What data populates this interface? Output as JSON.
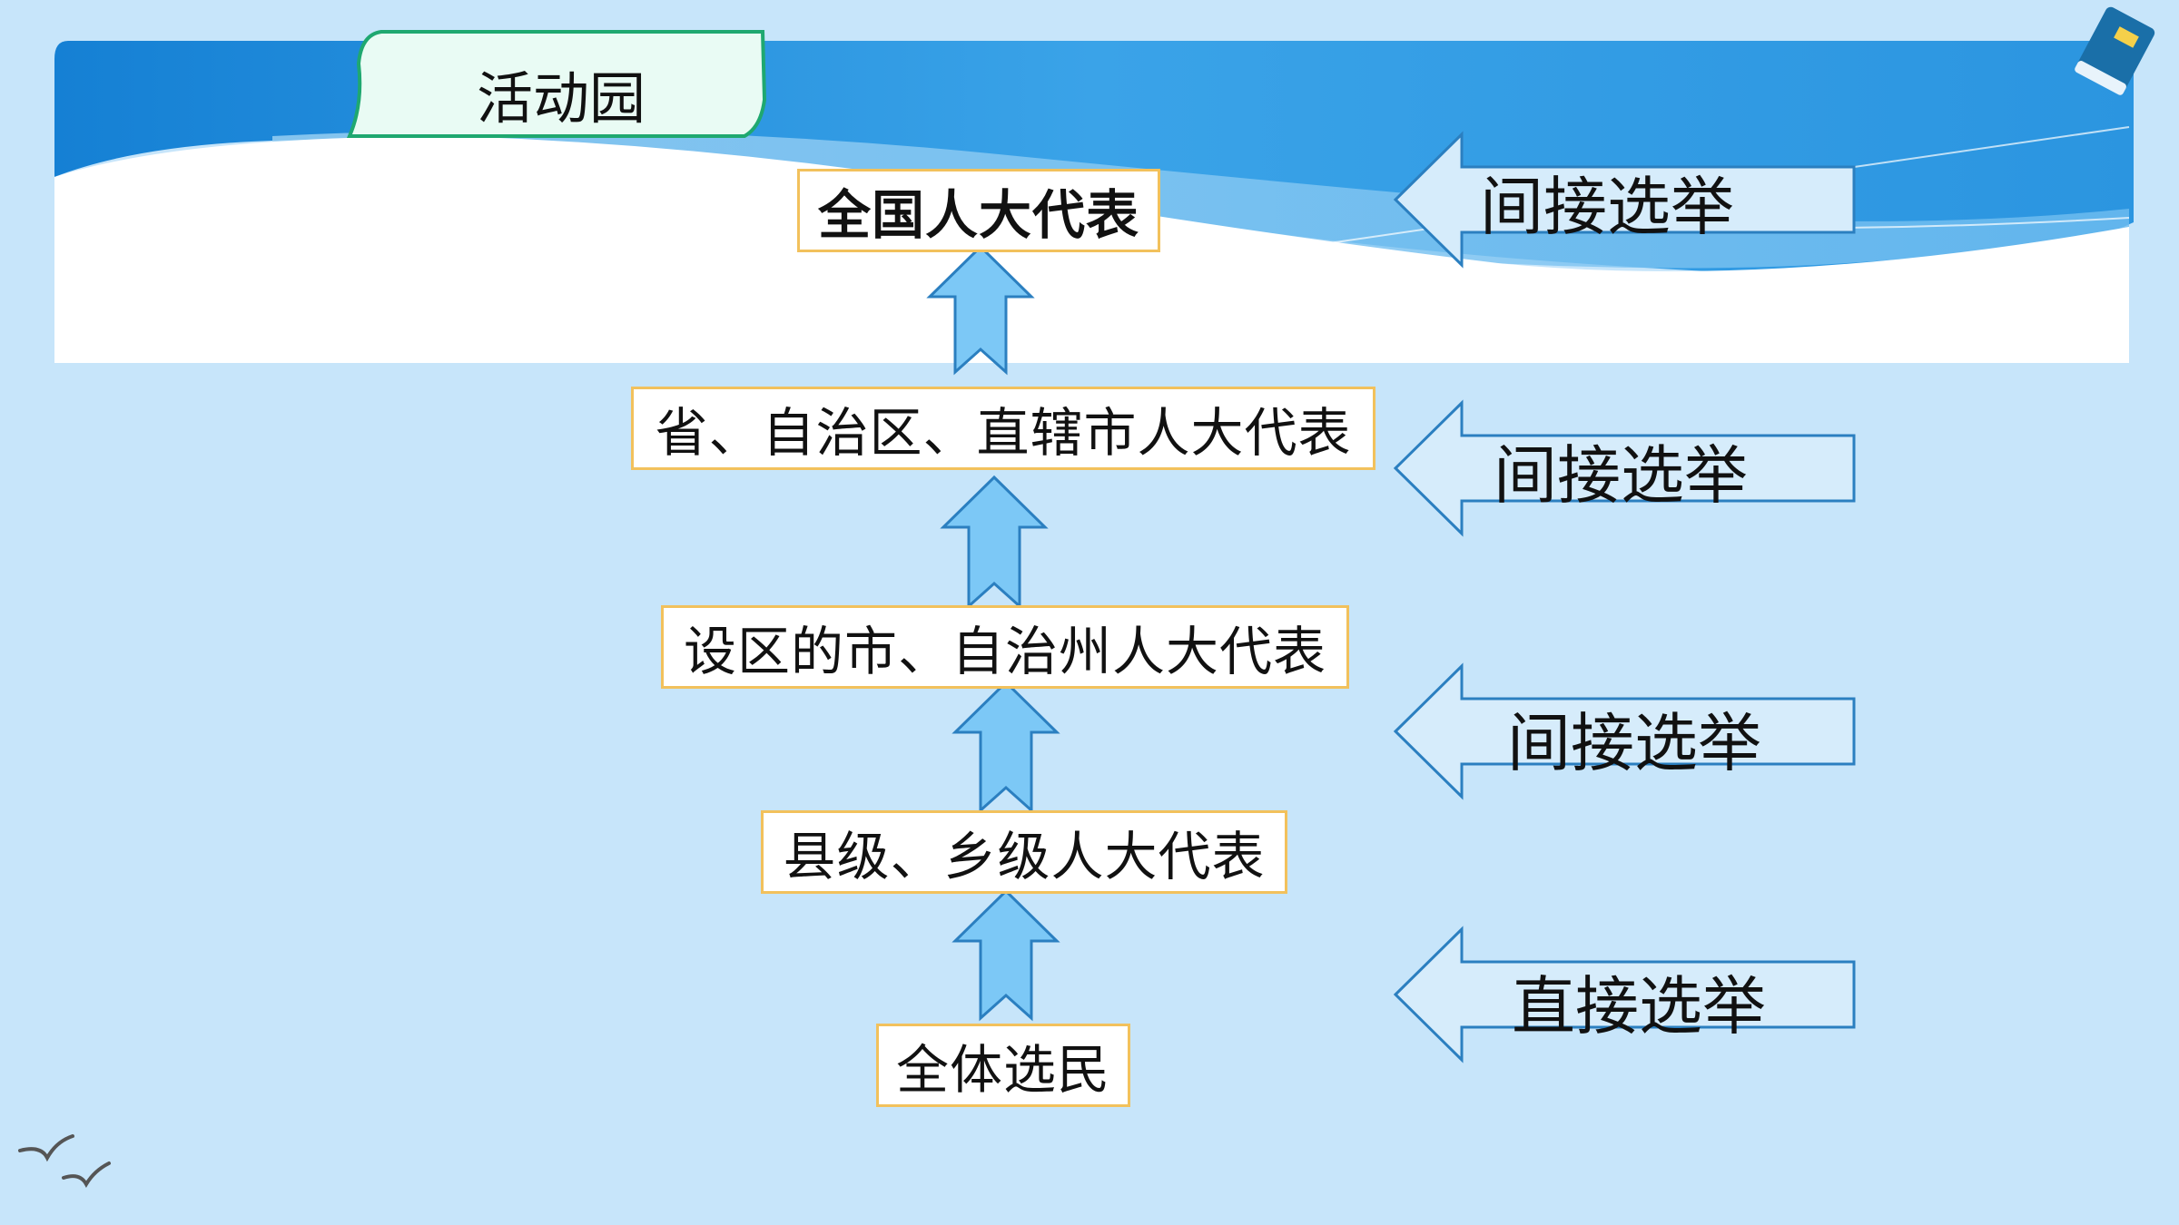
{
  "header": {
    "tab_title": "活动园"
  },
  "levels": [
    {
      "label": "全国人大代表"
    },
    {
      "label": "省、自治区、直辖市人大代表"
    },
    {
      "label": "设区的市、自治州人大代表"
    },
    {
      "label": "县级、乡级人大代表"
    },
    {
      "label": "全体选民"
    }
  ],
  "election_types": [
    {
      "label": "间接选举"
    },
    {
      "label": "间接选举"
    },
    {
      "label": "间接选举"
    },
    {
      "label": "直接选举"
    }
  ],
  "colors": {
    "background": "#c7e5fa",
    "header_blue": "#1e88d8",
    "box_border": "#f2c15c",
    "arrow_fill": "#7cc8f6",
    "arrow_stroke": "#2b7fc0",
    "side_arrow_fill": "#d6ecfb",
    "tab_fill": "#e9fbf4",
    "tab_border": "#1fa870"
  }
}
